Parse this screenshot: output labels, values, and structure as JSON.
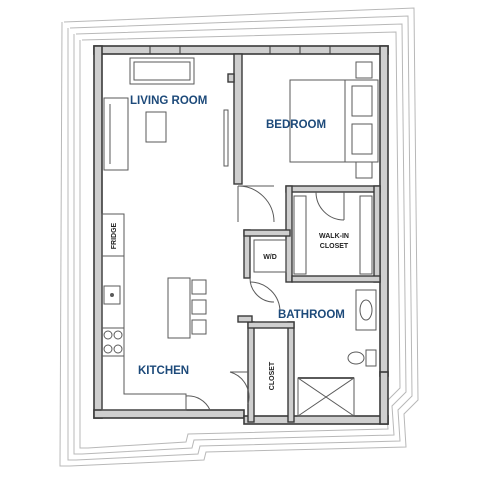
{
  "colors": {
    "wall": "#3a3a3a",
    "wall_fill": "#cfcfcf",
    "outline": "#b8b8b8",
    "fixture": "#5a5a5a",
    "label_blue": "#1d4a7a",
    "label_dark": "#222222"
  },
  "rooms": {
    "living_room": "LIVING ROOM",
    "bedroom": "BEDROOM",
    "kitchen": "KITCHEN",
    "bathroom": "BATHROOM"
  },
  "fixtures": {
    "fridge": "FRIDGE",
    "washer_dryer": "W/D",
    "walk_in_closet_line1": "WALK-IN",
    "walk_in_closet_line2": "CLOSET",
    "closet": "CLOSET"
  }
}
